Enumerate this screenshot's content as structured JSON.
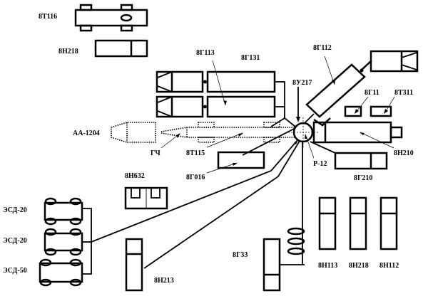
{
  "diagram": {
    "title": "",
    "labels": {
      "l_8t116": "8Т116",
      "l_8h218_top": "8Н218",
      "l_8g113": "8Г113",
      "l_8g131": "8Г131",
      "l_8g112": "8Г112",
      "l_8u217": "8У217",
      "l_8g11": "8Г11",
      "l_8t311": "8Т311",
      "l_aa1204": "АА-1204",
      "l_gch": "ГЧ",
      "l_8t115": "8Т115",
      "l_8g016": "8Г016",
      "l_r12": "Р-12",
      "l_8h210": "8Н210",
      "l_8g210": "8Г210",
      "l_8h632": "8Н632",
      "l_esd20a": "ЭСД-20",
      "l_esd20b": "ЭСД-20",
      "l_esd50": "ЭСД-50",
      "l_8h213": "8Н213",
      "l_8g33": "8Г33",
      "l_8h113": "8Н113",
      "l_8h218_bottom": "8Н218",
      "l_8h112": "8Н112"
    },
    "nodes": [
      {
        "id": "8T116",
        "kind": "vehicle-with-wheels"
      },
      {
        "id": "8H218-top",
        "kind": "trailer"
      },
      {
        "id": "8G113",
        "kind": "tractor"
      },
      {
        "id": "8G131",
        "kind": "trailer"
      },
      {
        "id": "8G112",
        "kind": "erector"
      },
      {
        "id": "8U217",
        "kind": "launch-pad"
      },
      {
        "id": "8G11",
        "kind": "unit"
      },
      {
        "id": "8T311",
        "kind": "unit"
      },
      {
        "id": "AA-1204",
        "kind": "warhead-container"
      },
      {
        "id": "8T115",
        "kind": "missile-transporter"
      },
      {
        "id": "8G016",
        "kind": "unit"
      },
      {
        "id": "R-12",
        "kind": "missile"
      },
      {
        "id": "8H210",
        "kind": "vehicle"
      },
      {
        "id": "8G210",
        "kind": "vehicle"
      },
      {
        "id": "8H632",
        "kind": "unit"
      },
      {
        "id": "ESD-20-1",
        "kind": "generator"
      },
      {
        "id": "ESD-20-2",
        "kind": "generator"
      },
      {
        "id": "ESD-50",
        "kind": "generator"
      },
      {
        "id": "8H213",
        "kind": "vehicle"
      },
      {
        "id": "8G33",
        "kind": "cable-vehicle"
      },
      {
        "id": "8H113",
        "kind": "tanker"
      },
      {
        "id": "8H218-bottom",
        "kind": "tanker"
      },
      {
        "id": "8H112",
        "kind": "tanker"
      }
    ]
  }
}
